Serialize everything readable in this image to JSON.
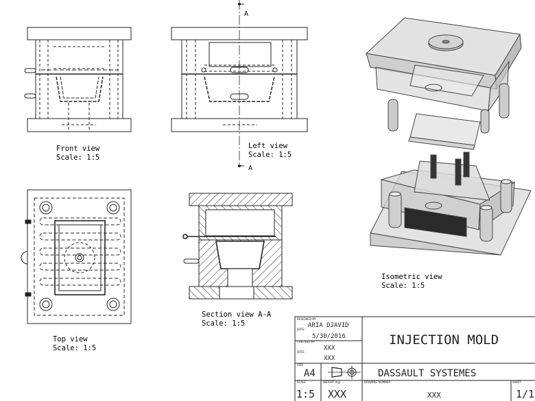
{
  "views": {
    "front": {
      "name": "Front view",
      "scale": "Scale:  1:5"
    },
    "left": {
      "name": "Left view",
      "scale": "Scale:  1:5"
    },
    "top": {
      "name": "Top view",
      "scale": "Scale:  1:5"
    },
    "section": {
      "name": "Section view A-A",
      "scale": "Scale:  1:5"
    },
    "isometric": {
      "name": "Isometric view",
      "scale": "Scale:  1:5"
    }
  },
  "section_marker": "A",
  "title_block": {
    "designed_by_caption": "DESIGNED BY:",
    "designed_by": "ARIA DJAVID",
    "date_caption_1": "DATE:",
    "date_1": "5/30/2016",
    "checked_by_caption": "CHECKED BY:",
    "checked_by": "XXX",
    "date_caption_2": "DATE:",
    "date_2": "XXX",
    "size_caption": "SIZE",
    "size": "A4",
    "title": "INJECTION MOLD",
    "company": "DASSAULT SYSTEMES",
    "scale_caption": "SCALE",
    "scale": "1:5",
    "weight_caption": "WEIGHT (kg)",
    "weight": "XXX",
    "drawing_number_caption": "DRAWING NUMBER",
    "drawing_number": "XXX",
    "sheet_caption": "SHEET",
    "sheet": "1/1"
  }
}
